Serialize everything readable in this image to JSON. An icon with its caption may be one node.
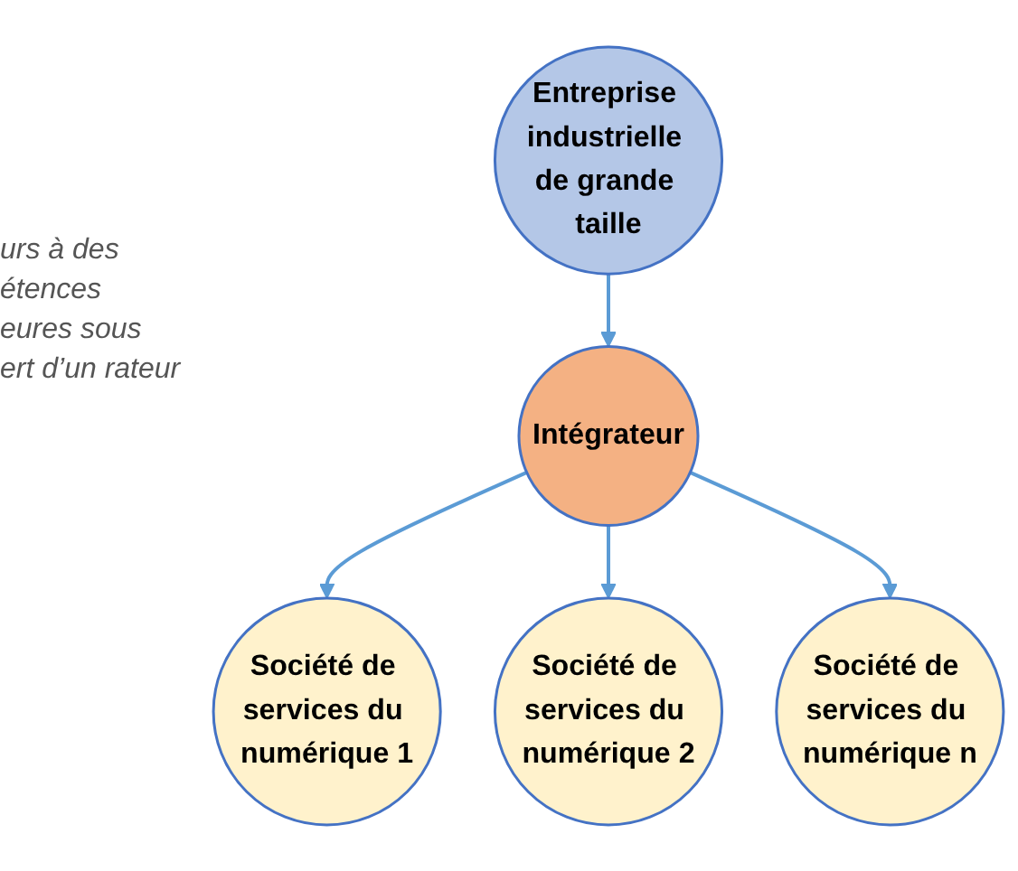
{
  "diagram": {
    "nodes": [
      {
        "text": [
          "Entreprise industrielle de grande taille"
        ]
      },
      {
        "text": [
          "Intégrateur"
        ]
      },
      {
        "text": [
          "Société de services du numérique 1"
        ]
      },
      {
        "text": [
          "Société de services du numérique 2"
        ]
      },
      {
        "text": [
          "Société de services du numérique n"
        ]
      }
    ],
    "edges": [
      {
        "from": 0,
        "to": 1,
        "arrow": "to"
      },
      {
        "from": 1,
        "to": 2,
        "arrow": "to"
      },
      {
        "from": 1,
        "to": 3,
        "arrow": "to"
      },
      {
        "from": 1,
        "to": 4,
        "arrow": "to"
      }
    ],
    "labels": [
      "urs à des étences eures sous ert d’un rateur"
    ]
  }
}
